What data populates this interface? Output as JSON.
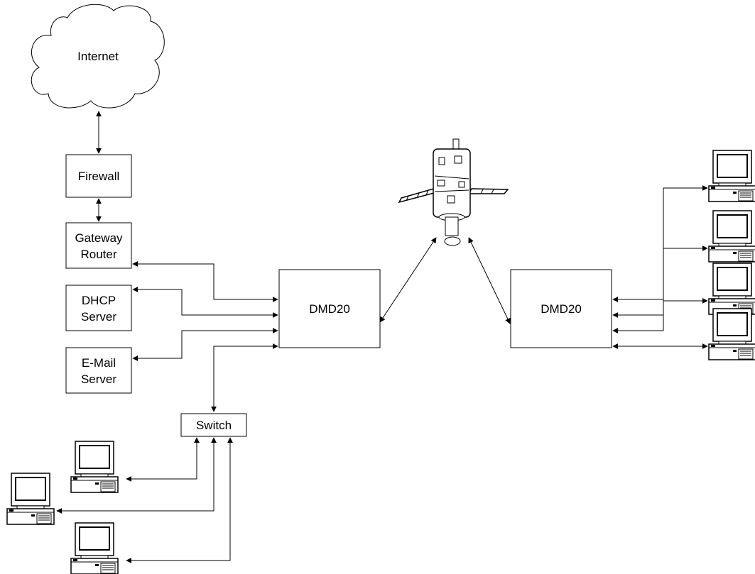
{
  "nodes": {
    "internet": "Internet",
    "firewall": "Firewall",
    "gateway_router": [
      "Gateway",
      "Router"
    ],
    "dhcp_server": [
      "DHCP",
      "Server"
    ],
    "email_server": [
      "E-Mail",
      "Server"
    ],
    "switch": "Switch",
    "modem_left": "DMD20",
    "modem_right": "DMD20"
  },
  "icons": {
    "satellite": "satellite-icon",
    "computer": "desktop-computer-icon"
  }
}
